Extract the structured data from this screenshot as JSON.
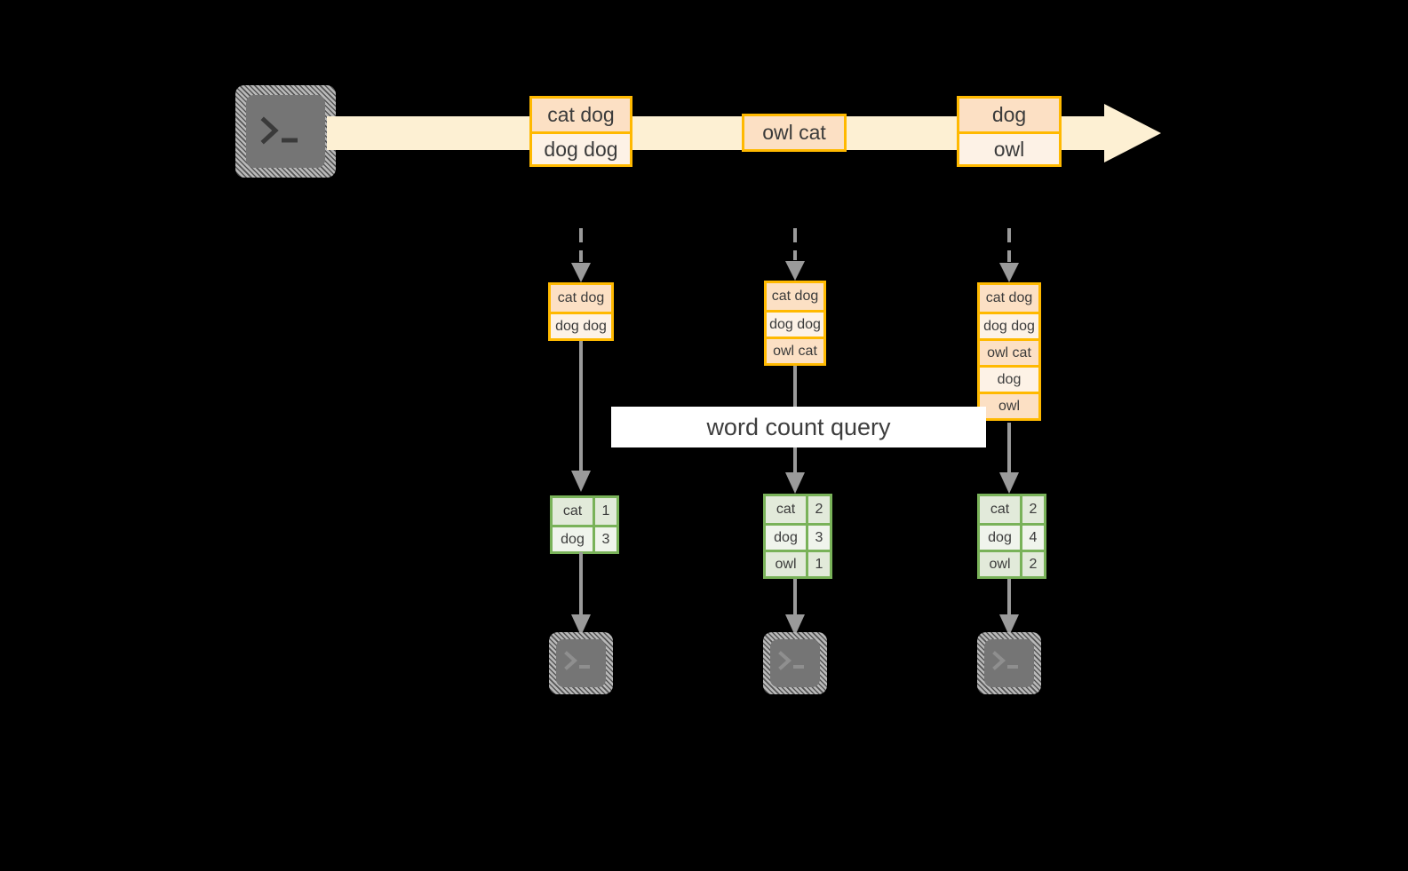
{
  "diagram": {
    "title": "word count query",
    "background": "#000000",
    "colors": {
      "stream_band": "#fdf0d3",
      "event_border": "#ffb900",
      "event_fill_dark": "#fce0c4",
      "event_fill_light": "#fdf2e6",
      "result_border": "#79b259",
      "result_fill_dark": "#e2eada",
      "result_fill_light": "#f0f4ec",
      "connector": "#9a9a9a",
      "terminal_fill": "#757575",
      "label_bg": "#ffffff",
      "text": "#3b3b3b"
    }
  },
  "source": {
    "icon": "terminal-icon",
    "prompt": ">_"
  },
  "stream": {
    "arrow_icon": "right-arrow-icon",
    "events": [
      {
        "label_icon": "event-group-1",
        "lines": [
          "cat dog",
          "dog dog"
        ]
      },
      {
        "label_icon": "event-group-2",
        "lines": [
          "owl cat"
        ]
      },
      {
        "label_icon": "event-group-3",
        "lines": [
          "dog",
          "owl"
        ]
      }
    ]
  },
  "snapshots": [
    {
      "name": "snapshot-1",
      "dashed_arrow_icon": "dashed-down-arrow-icon",
      "accumulated": [
        "cat dog",
        "dog dog"
      ],
      "solid_arrow_icon": "down-arrow-icon",
      "results": {
        "words": [
          "cat",
          "dog"
        ],
        "counts": [
          "1",
          "3"
        ]
      },
      "sink": {
        "icon": "terminal-icon",
        "prompt": ">_"
      }
    },
    {
      "name": "snapshot-2",
      "dashed_arrow_icon": "dashed-down-arrow-icon",
      "accumulated": [
        "cat dog",
        "dog dog",
        "owl cat"
      ],
      "solid_arrow_icon": "down-arrow-icon",
      "results": {
        "words": [
          "cat",
          "dog",
          "owl"
        ],
        "counts": [
          "2",
          "3",
          "1"
        ]
      },
      "sink": {
        "icon": "terminal-icon",
        "prompt": ">_"
      }
    },
    {
      "name": "snapshot-3",
      "dashed_arrow_icon": "dashed-down-arrow-icon",
      "accumulated": [
        "cat dog",
        "dog dog",
        "owl cat",
        "dog",
        "owl"
      ],
      "solid_arrow_icon": "down-arrow-icon",
      "results": {
        "words": [
          "cat",
          "dog",
          "owl"
        ],
        "counts": [
          "2",
          "4",
          "2"
        ]
      },
      "sink": {
        "icon": "terminal-icon",
        "prompt": ">_"
      }
    }
  ]
}
